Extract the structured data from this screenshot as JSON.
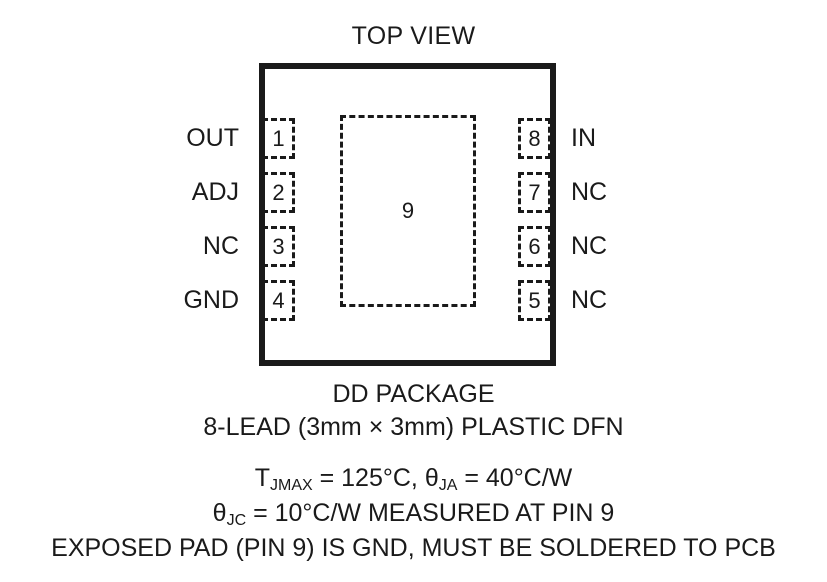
{
  "diagram": {
    "title": "TOP VIEW",
    "package_center_label": "9",
    "pins_left": [
      {
        "number": "1",
        "label": "OUT"
      },
      {
        "number": "2",
        "label": "ADJ"
      },
      {
        "number": "3",
        "label": "NC"
      },
      {
        "number": "4",
        "label": "GND"
      }
    ],
    "pins_right": [
      {
        "number": "8",
        "label": "IN"
      },
      {
        "number": "7",
        "label": "NC"
      },
      {
        "number": "6",
        "label": "NC"
      },
      {
        "number": "5",
        "label": "NC"
      }
    ],
    "caption": {
      "package_name": "DD PACKAGE",
      "package_desc": "8-LEAD (3mm × 3mm) PLASTIC DFN"
    },
    "thermal": {
      "line1_a_symbol": "T",
      "line1_a_sub": "JMAX",
      "line1_a_value": " = 125°C, ",
      "line1_b_symbol": "θ",
      "line1_b_sub": "JA",
      "line1_b_value": " = 40°C/W",
      "line2_symbol": "θ",
      "line2_sub": "JC",
      "line2_value": " = 10°C/W MEASURED AT PIN 9",
      "line3": "EXPOSED PAD (PIN 9) IS GND, MUST BE SOLDERED TO PCB"
    },
    "colors": {
      "ink": "#1a1a1a",
      "background": "#ffffff"
    }
  }
}
